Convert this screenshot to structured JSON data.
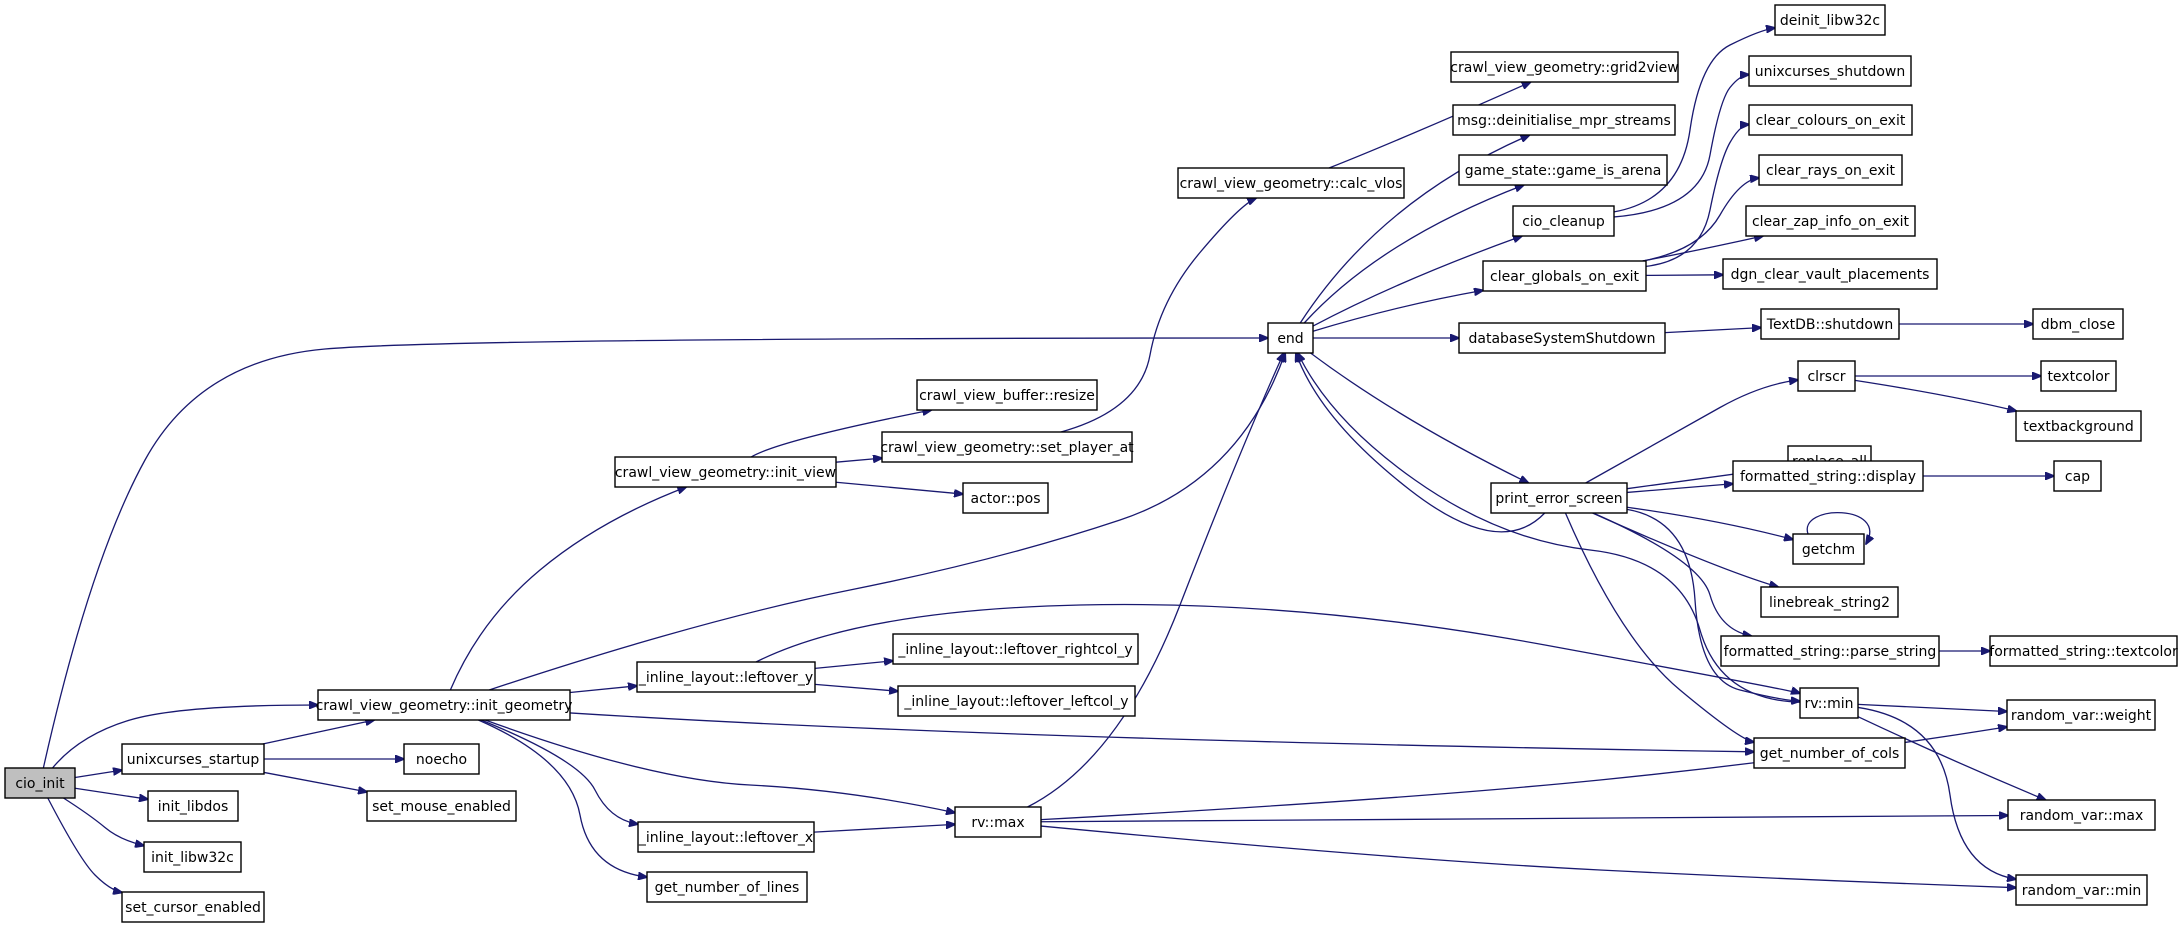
{
  "diagram": {
    "nodes": [
      {
        "id": "cio_init",
        "label": "cio_init",
        "root": true
      },
      {
        "id": "unixcurses_startup",
        "label": "unixcurses_startup"
      },
      {
        "id": "init_libdos",
        "label": "init_libdos"
      },
      {
        "id": "init_libw32c",
        "label": "init_libw32c"
      },
      {
        "id": "set_cursor_enabled",
        "label": "set_cursor_enabled"
      },
      {
        "id": "noecho",
        "label": "noecho"
      },
      {
        "id": "set_mouse_enabled",
        "label": "set_mouse_enabled"
      },
      {
        "id": "init_geometry",
        "label": "crawl_view_geometry::init_geometry"
      },
      {
        "id": "init_view",
        "label": "crawl_view_geometry::init_view"
      },
      {
        "id": "buffer_resize",
        "label": "crawl_view_buffer::resize"
      },
      {
        "id": "set_player_at",
        "label": "crawl_view_geometry::set_player_at"
      },
      {
        "id": "actor_pos",
        "label": "actor::pos"
      },
      {
        "id": "calc_vlos",
        "label": "crawl_view_geometry::calc_vlos"
      },
      {
        "id": "grid2view",
        "label": "crawl_view_geometry::grid2view"
      },
      {
        "id": "leftover_y",
        "label": "_inline_layout::leftover_y"
      },
      {
        "id": "leftover_rightcol_y",
        "label": "_inline_layout::leftover_rightcol_y"
      },
      {
        "id": "leftover_leftcol_y",
        "label": "_inline_layout::leftover_leftcol_y"
      },
      {
        "id": "leftover_x",
        "label": "_inline_layout::leftover_x"
      },
      {
        "id": "get_number_of_lines",
        "label": "get_number_of_lines"
      },
      {
        "id": "rv_max",
        "label": "rv::max"
      },
      {
        "id": "end",
        "label": "end"
      },
      {
        "id": "deinit_mpr",
        "label": "msg::deinitialise_mpr_streams"
      },
      {
        "id": "game_is_arena",
        "label": "game_state::game_is_arena"
      },
      {
        "id": "cio_cleanup",
        "label": "cio_cleanup"
      },
      {
        "id": "clear_globals",
        "label": "clear_globals_on_exit"
      },
      {
        "id": "db_shutdown",
        "label": "databaseSystemShutdown"
      },
      {
        "id": "print_error_screen",
        "label": "print_error_screen"
      },
      {
        "id": "deinit_libw32c",
        "label": "deinit_libw32c"
      },
      {
        "id": "unixcurses_shutdown",
        "label": "unixcurses_shutdown"
      },
      {
        "id": "clear_colours",
        "label": "clear_colours_on_exit"
      },
      {
        "id": "clear_rays",
        "label": "clear_rays_on_exit"
      },
      {
        "id": "clear_zap",
        "label": "clear_zap_info_on_exit"
      },
      {
        "id": "dgn_clear",
        "label": "dgn_clear_vault_placements"
      },
      {
        "id": "textdb_shutdown",
        "label": "TextDB::shutdown"
      },
      {
        "id": "dbm_close",
        "label": "dbm_close"
      },
      {
        "id": "clrscr",
        "label": "clrscr"
      },
      {
        "id": "textcolor",
        "label": "textcolor"
      },
      {
        "id": "textbackground",
        "label": "textbackground"
      },
      {
        "id": "replace_all",
        "label": "replace_all"
      },
      {
        "id": "fs_display",
        "label": "formatted_string::display"
      },
      {
        "id": "cap",
        "label": "cap"
      },
      {
        "id": "getchm",
        "label": "getchm"
      },
      {
        "id": "linebreak_string2",
        "label": "linebreak_string2"
      },
      {
        "id": "fs_parse_string",
        "label": "formatted_string::parse_string"
      },
      {
        "id": "fs_textcolor",
        "label": "formatted_string::textcolor"
      },
      {
        "id": "rv_min",
        "label": "rv::min"
      },
      {
        "id": "get_number_of_cols",
        "label": "get_number_of_cols"
      },
      {
        "id": "rvar_weight",
        "label": "random_var::weight"
      },
      {
        "id": "rvar_max",
        "label": "random_var::max"
      },
      {
        "id": "rvar_min",
        "label": "random_var::min"
      }
    ]
  }
}
